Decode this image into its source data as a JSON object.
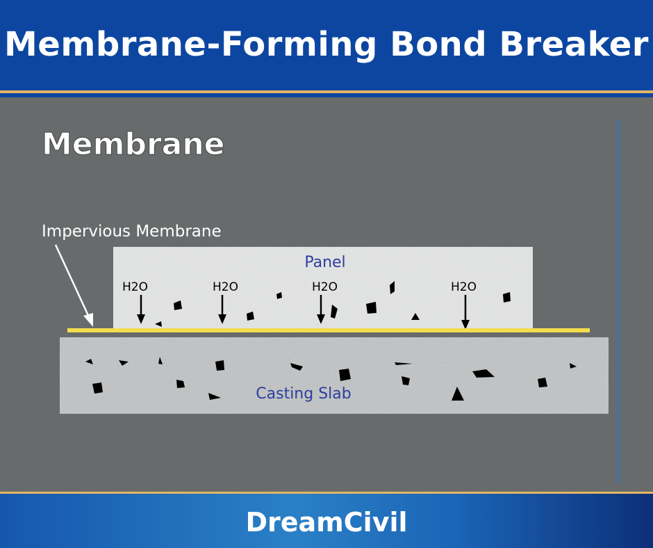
{
  "header": {
    "title": "Membrane-Forming Bond Breaker"
  },
  "footer": {
    "brand": "DreamCivil"
  },
  "diagram": {
    "heading": "Membrane",
    "membrane_label": "Impervious Membrane",
    "panel_label": "Panel",
    "slab_label": "Casting Slab",
    "water_labels": [
      "H2O",
      "H2O",
      "H2O",
      "H2O"
    ]
  },
  "colors": {
    "header_bg": "#0d46a0",
    "background": "#676b6c",
    "accent_gold": "#e3b664",
    "membrane": "#f3dd4e",
    "label_blue": "#2c3e9c"
  }
}
